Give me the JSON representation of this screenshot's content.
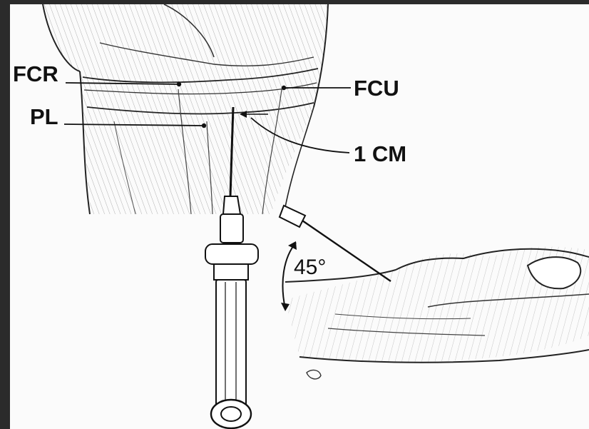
{
  "labels": {
    "fcr": "FCR",
    "pl": "PL",
    "fcu": "FCU",
    "distance": "1 CM",
    "angle": "45°"
  },
  "colors": {
    "frame": "#2b2b2b",
    "paper": "#fbfbfb",
    "ink": "#111111"
  }
}
